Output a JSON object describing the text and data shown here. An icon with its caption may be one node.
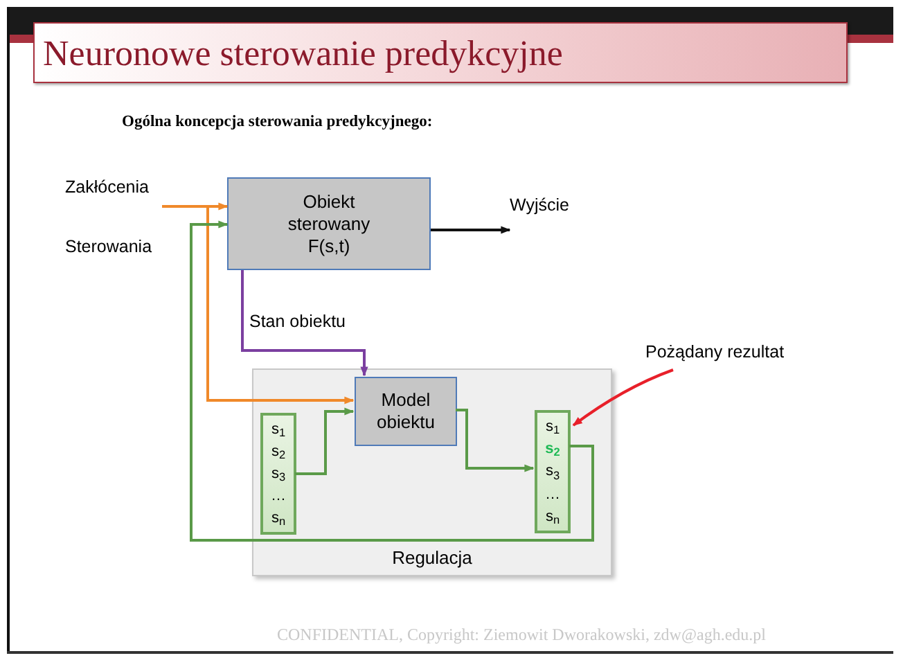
{
  "diagram": {
    "title": "Neuronowe sterowanie predykcyjne",
    "nodes": [
      {
        "text": [
          "Zakłócenia"
        ]
      },
      {
        "text": [
          "Obiekt sterowany F(s,t)"
        ]
      },
      {
        "text": [
          "Wyjście"
        ]
      },
      {
        "text": [
          "Regulacja"
        ]
      },
      {
        "text": [
          "Model obiektu"
        ],
        "in": 3
      },
      {
        "text": [
          "s$_{1}$",
          "s$_{2}$",
          "s$_{3}$",
          "…",
          "s$_{n}$"
        ],
        "in": 3
      },
      {
        "text": [
          "s$_{1}$",
          "**s$_{2}$**",
          "s$_{3}$",
          "…",
          "s$_{n}$"
        ],
        "in": 3
      },
      {
        "text": [
          "Pożądany rezultat"
        ]
      }
    ],
    "edges": [
      {
        "from": 0,
        "to": 1,
        "arrow": "to",
        "color": "#f0892a"
      },
      {
        "from": 0,
        "to": 4,
        "arrow": "to",
        "color": "#f0892a"
      },
      {
        "from": 1,
        "to": 4,
        "arrow": "to",
        "label": "Stan obiektu",
        "color": "#7b3fa0"
      },
      {
        "from": 5,
        "to": 4,
        "arrow": "to"
      },
      {
        "from": 4,
        "to": 6,
        "arrow": "to"
      },
      {
        "from": 6,
        "to": 1,
        "arrow": "to"
      },
      {
        "from": 1,
        "to": 2,
        "arrow": "to",
        "color": "#111111"
      },
      {
        "from": 7,
        "to": 6,
        "arrow": "to",
        "color": "#e8202a"
      }
    ],
    "labels": [
      "Ogólna koncepcja sterowania predykcyjnego:",
      "Sterowania",
      "CONFIDENTIAL, Copyright: Ziemowit Dworakowski, zdw@agh.edu.pl"
    ]
  }
}
